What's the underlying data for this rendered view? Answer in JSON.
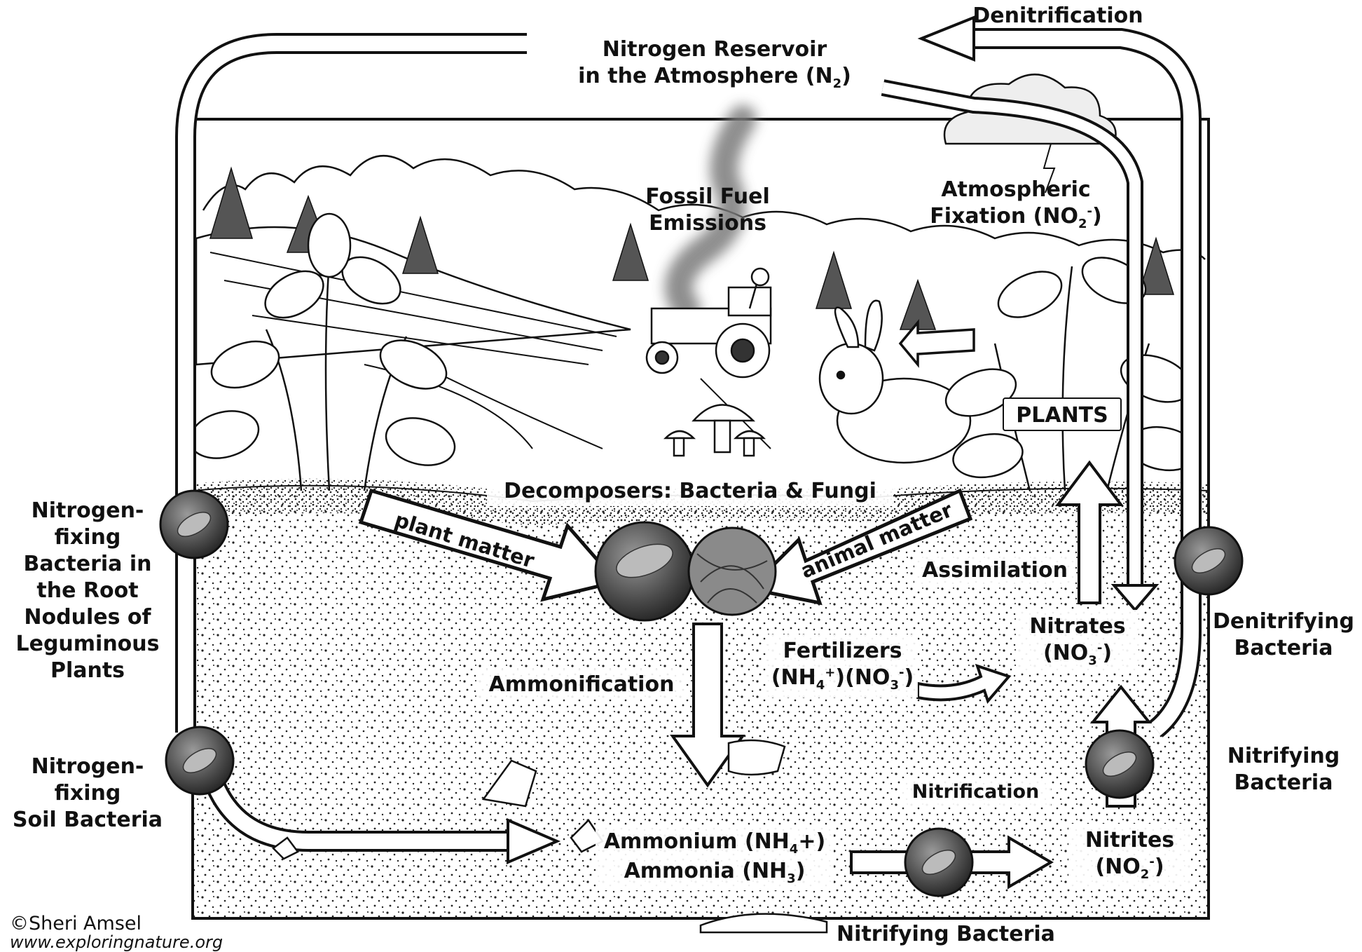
{
  "labels": {
    "reservoir_l1": "Nitrogen Reservoir",
    "reservoir_l2": "in the Atmosphere (N",
    "reservoir_sub": "2",
    "reservoir_end": ")",
    "denitrification": "Denitrification",
    "fossil_l1": "Fossil Fuel",
    "fossil_l2": "Emissions",
    "atmo_l1": "Atmospheric",
    "atmo_l2": "Fixation (NO",
    "atmo_sub": "2",
    "atmo_sup": "-",
    "atmo_end": ")",
    "plants": "PLANTS",
    "decomposers": "Decomposers: Bacteria & Fungi",
    "plant_matter": "plant matter",
    "animal_matter": "animal matter",
    "assimilation": "Assimilation",
    "nitrates_l1": "Nitrates",
    "nitrates_l2": "(NO",
    "nitrates_sub": "3",
    "nitrates_sup": "-",
    "nitrates_end": ")",
    "fertilizers_l1": "Fertilizers",
    "fertilizers_l2a": "(NH",
    "fertilizers_sub1": "4",
    "fertilizers_sup1": "+",
    "fertilizers_l2b": ")(NO",
    "fertilizers_sub2": "3",
    "fertilizers_sup2": "-",
    "fertilizers_l2c": ")",
    "ammonification": "Ammonification",
    "ammonium_l1a": "Ammonium (NH",
    "ammonium_sub": "4",
    "ammonium_l1b": "+)",
    "ammonia_l2a": "Ammonia (NH",
    "ammonia_sub": "3",
    "ammonia_l2b": ")",
    "nitrification": "Nitrification",
    "nitrites_l1": "Nitrites",
    "nitrites_l2": "(NO",
    "nitrites_sub": "2",
    "nitrites_sup": "-",
    "nitrites_end": ")",
    "root_nodules": [
      "Nitrogen-",
      "fixing",
      "Bacteria in",
      "the Root",
      "Nodules of",
      "Leguminous",
      "Plants"
    ],
    "soil_bacteria": [
      "Nitrogen-",
      "fixing",
      "Soil Bacteria"
    ],
    "denitrifying": [
      "Denitrifying",
      "Bacteria"
    ],
    "nitrifying_right": [
      "Nitrifying",
      "Bacteria"
    ],
    "nitrifying_bottom": "Nitrifying Bacteria"
  },
  "credit": {
    "author": "©Sheri Amsel",
    "url": "www.exploringnature.org"
  },
  "colors": {
    "ink": "#111111",
    "paper": "#ffffff",
    "bacteria": "#5a5a5a",
    "smoke": "#7a7a7a",
    "soil_dots": "#222222",
    "sky_fill": "#f4f4f4"
  }
}
